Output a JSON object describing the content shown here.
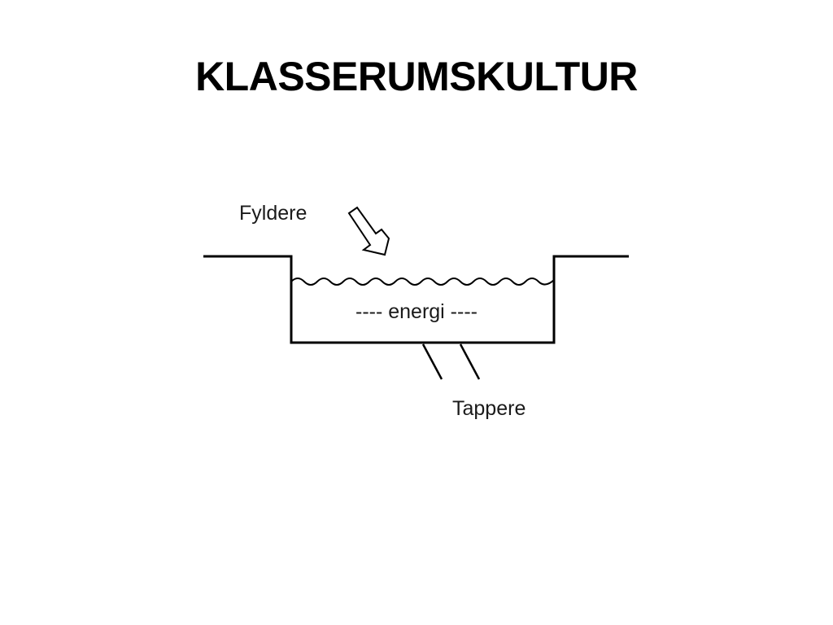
{
  "slide": {
    "title": "KLASSERUMSKULTUR"
  },
  "diagram": {
    "fill_label": "Fyldere",
    "content_label": "---- energi ----",
    "drain_label": "Tappere",
    "line_color": "#000000"
  }
}
